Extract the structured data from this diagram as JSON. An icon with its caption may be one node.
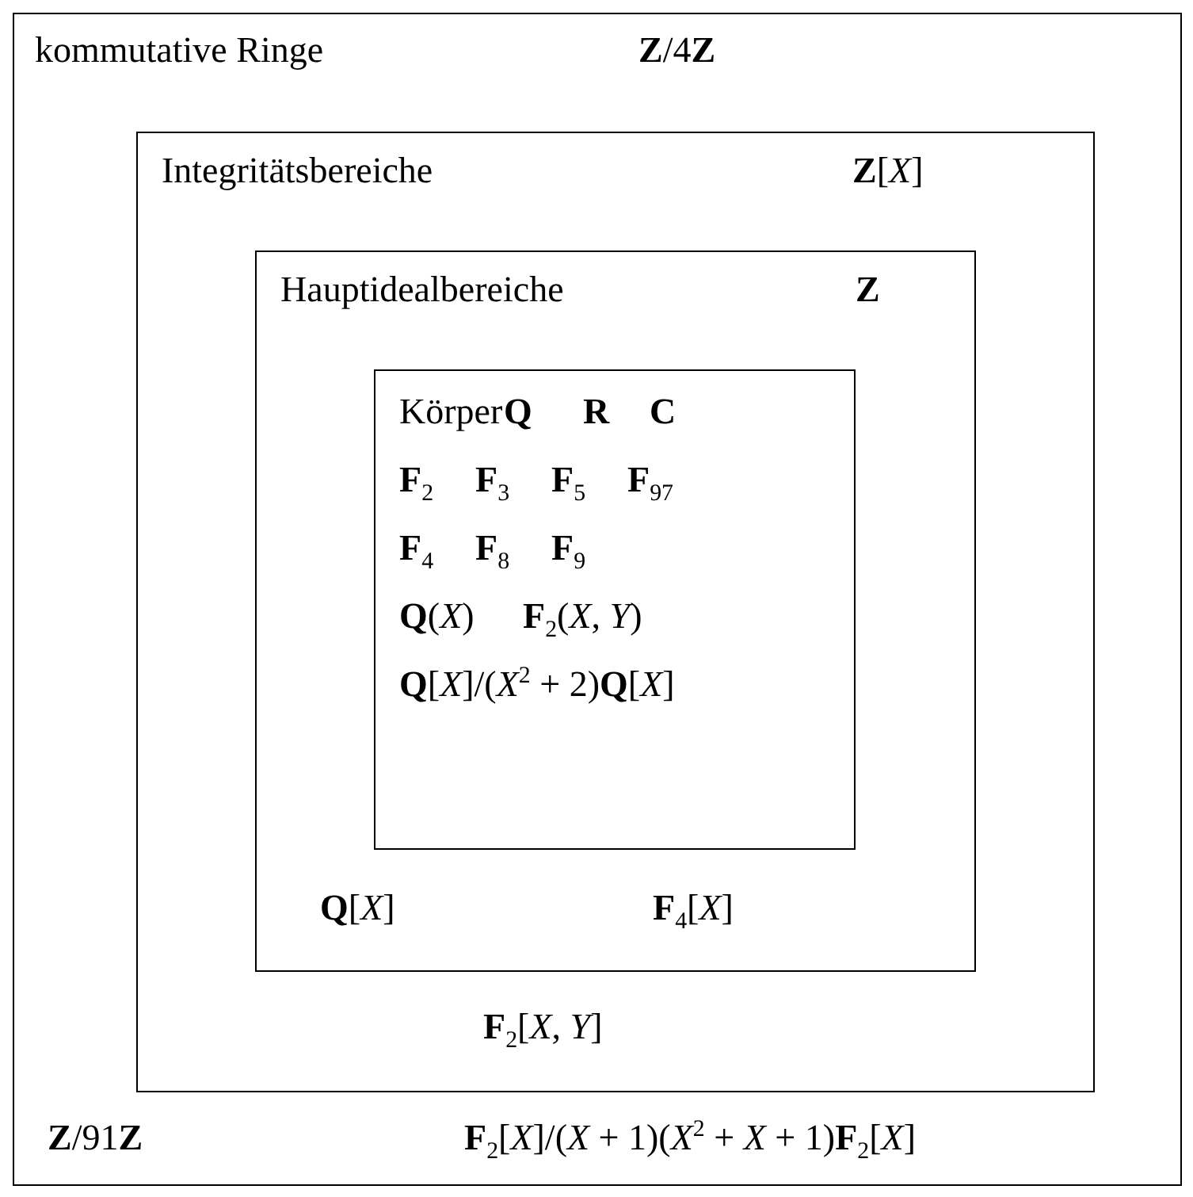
{
  "diagram": {
    "nodes": [
      {
        "text": [
          "kommutative Ringe",
          "**Z**/4**Z**",
          "**Z**/91**Z**",
          "**F**$_{2}$[*X*]/(*X* + 1)(*X*$^{2}$ + *X* + 1)**F**$_{2}$[*X*]"
        ]
      },
      {
        "text": [
          "Integritätsbereiche",
          "**Z**[*X*]",
          "**F**$_{2}$[*X*, *Y*]"
        ],
        "in": 0
      },
      {
        "text": [
          "Hauptidealbereiche",
          "**Z**",
          "**Q**[*X*]",
          "**F**$_{4}$[*X*]"
        ],
        "in": 1
      },
      {
        "text": [
          "Körper",
          "**Q**",
          "**R**",
          "**C**",
          "**F**$_{2}$",
          "**F**$_{3}$",
          "**F**$_{5}$",
          "**F**$_{97}$",
          "**F**$_{4}$",
          "**F**$_{8}$",
          "**F**$_{9}$",
          "**Q**(*X*)",
          "**F**$_{2}$(*X*, *Y*)",
          "**Q**[*X*]/(*X*$^{2}$ + 2)**Q**[*X*]"
        ],
        "in": 2
      }
    ],
    "edges": []
  }
}
